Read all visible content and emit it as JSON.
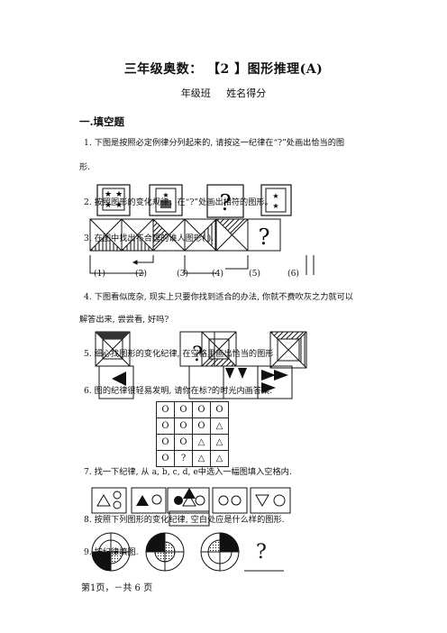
{
  "header": {
    "title": "三年级奥数： 【2 】图形推理(A)",
    "subtitle": "年级班   姓名得分"
  },
  "section": {
    "heading": "一.填空题"
  },
  "questions": {
    "q1_line1": "1. 下图是按照必定例律分列起来的, 请按这一纪律在“?”处画出恰当的图",
    "q1_line2": "形.",
    "q2": "2. 按照图形的变化规律，在“?”处画出相符的图形。",
    "q3": "3. 在图中找出不合理的谁人图形(   ).",
    "q4_line1": "4. 下图看似庞杂, 现实上只要你找到适合的办法, 你就不费吹灰之力就可以",
    "q4_line2": "解答出来, 尝尝看, 好吗?",
    "q5": "5. 细心找图形的变化纪律, 在空格里画出恰当的图形",
    "q6": "6. 图的纪律很轻易发明, 请你在标?的时光内画答案.",
    "q7": "7. 找一下纪律, 从 a, b, c, d, e中选入一幅图填入空格内.",
    "q8": "8. 按照下列图形的变化纪律, 空白处应是什么样的图形.",
    "q9": "9. 按纪律填图."
  },
  "q3_options": [
    "(1)",
    "(2)",
    "(3)",
    "(4)",
    "(5)",
    "(6)"
  ],
  "q2_question_mark": "?",
  "q3_question_mark": "?",
  "q5_question_mark": "?",
  "q6_grid": [
    [
      "O",
      "O",
      "O",
      "O"
    ],
    [
      "O",
      "O",
      "O",
      "△"
    ],
    [
      "O",
      "O",
      "△",
      "△"
    ],
    [
      "O",
      "?",
      "△",
      "△"
    ]
  ],
  "q9_answer": "?",
  "footer": {
    "page": "第1页，－共 6 页"
  }
}
